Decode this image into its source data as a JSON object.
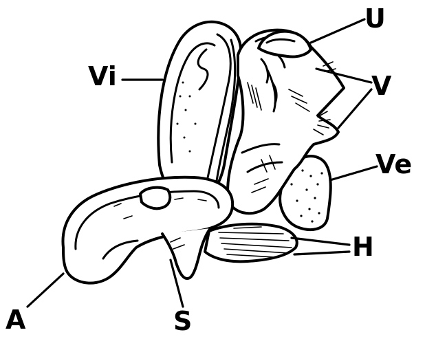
{
  "labels": {
    "U": "U",
    "Vi": "Vi",
    "V": "V",
    "Ve": "Ve",
    "H": "H",
    "A": "A",
    "S": "S"
  },
  "colors": {
    "ink": "#000000",
    "paper": "#ffffff"
  }
}
